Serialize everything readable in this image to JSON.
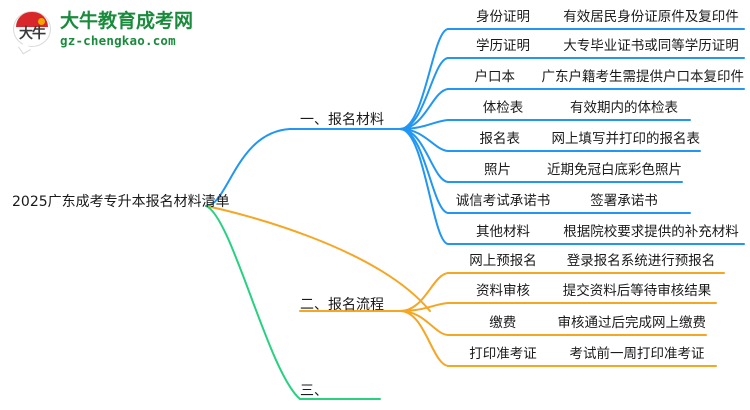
{
  "logo": {
    "mark_text": "大牛",
    "title": "大牛教育成考网",
    "subtitle": "gz-chengkao.com"
  },
  "mindmap": {
    "root": "2025广东成考专升本报名材料清单",
    "branches": [
      {
        "title": "一、报名材料",
        "color": "#2196f3",
        "items": [
          {
            "key": "身份证明",
            "value": "有效居民身份证原件及复印件"
          },
          {
            "key": "学历证明",
            "value": "大专毕业证书或同等学历证明"
          },
          {
            "key": "户口本",
            "value": "广东户籍考生需提供户口本复印件"
          },
          {
            "key": "体检表",
            "value": "有效期内的体检表"
          },
          {
            "key": "报名表",
            "value": "网上填写并打印的报名表"
          },
          {
            "key": "照片",
            "value": "近期免冠白底彩色照片"
          },
          {
            "key": "诚信考试承诺书",
            "value": "签署承诺书"
          },
          {
            "key": "其他材料",
            "value": "根据院校要求提供的补充材料"
          }
        ]
      },
      {
        "title": "二、报名流程",
        "color": "#f5a623",
        "items": [
          {
            "key": "网上预报名",
            "value": "登录报名系统进行预报名"
          },
          {
            "key": "资料审核",
            "value": "提交资料后等待审核结果"
          },
          {
            "key": "缴费",
            "value": "审核通过后完成网上缴费"
          },
          {
            "key": "打印准考证",
            "value": "考试前一周打印准考证"
          }
        ]
      },
      {
        "title": "三、",
        "color": "#27d17f",
        "items": []
      }
    ]
  },
  "colors": {
    "blue": "#2196f3",
    "orange": "#f5a623",
    "green": "#27d17f",
    "logo_green": "#1a8a3c",
    "logo_red": "#d8262a"
  }
}
